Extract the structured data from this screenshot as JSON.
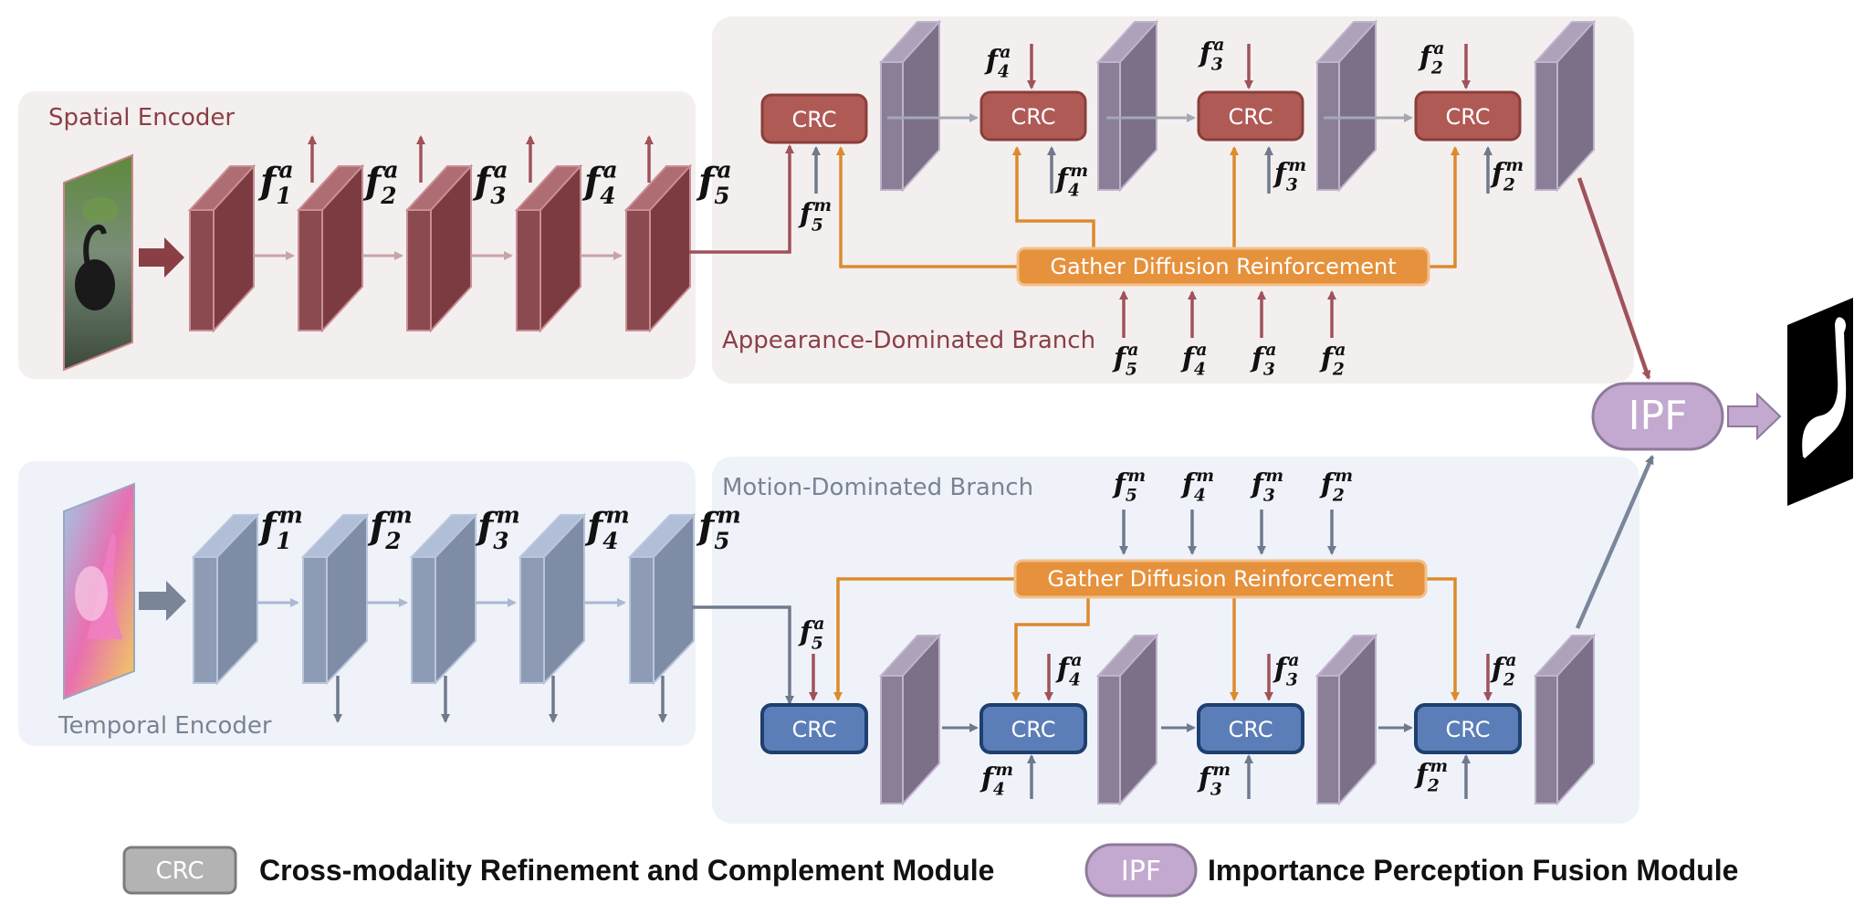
{
  "colors": {
    "appearance_bg": "#f4efef",
    "motion_bg": "#eff3f9",
    "spatial_block": "#8a4a50",
    "temporal_block": "#8d9bb5",
    "decoder_block": "#8a7f97",
    "crc_red": "#b05a55",
    "crc_blue": "#5c7eb8",
    "gdr_orange": "#e6913c",
    "ipf_purple": "#c3a8cf",
    "arrow_red": "#a0525a",
    "arrow_gray": "#6f7a8c",
    "arrow_orange": "#dd8a2d"
  },
  "regions": {
    "spatial_encoder": "Spatial Encoder",
    "temporal_encoder": "Temporal Encoder",
    "appearance_branch": "Appearance-Dominated Branch",
    "motion_branch": "Motion-Dominated Branch"
  },
  "modules": {
    "crc": "CRC",
    "gdr": "Gather Diffusion Reinforcement",
    "ipf": "IPF"
  },
  "features": {
    "spatial": [
      {
        "base": "f",
        "sub": "1",
        "sup": "a"
      },
      {
        "base": "f",
        "sub": "2",
        "sup": "a"
      },
      {
        "base": "f",
        "sub": "3",
        "sup": "a"
      },
      {
        "base": "f",
        "sub": "4",
        "sup": "a"
      },
      {
        "base": "f",
        "sub": "5",
        "sup": "a"
      }
    ],
    "temporal": [
      {
        "base": "f",
        "sub": "1",
        "sup": "m"
      },
      {
        "base": "f",
        "sub": "2",
        "sup": "m"
      },
      {
        "base": "f",
        "sub": "3",
        "sup": "m"
      },
      {
        "base": "f",
        "sub": "4",
        "sup": "m"
      },
      {
        "base": "f",
        "sub": "5",
        "sup": "m"
      }
    ],
    "appearance_top": [
      {
        "base": "f",
        "sub": "4",
        "sup": "a"
      },
      {
        "base": "f",
        "sub": "3",
        "sup": "a"
      },
      {
        "base": "f",
        "sub": "2",
        "sup": "a"
      }
    ],
    "appearance_side": [
      {
        "base": "f",
        "sub": "5",
        "sup": "m"
      },
      {
        "base": "f",
        "sub": "4",
        "sup": "m"
      },
      {
        "base": "f",
        "sub": "3",
        "sup": "m"
      },
      {
        "base": "f",
        "sub": "2",
        "sup": "m"
      }
    ],
    "appearance_gdr_inputs": [
      {
        "base": "f",
        "sub": "5",
        "sup": "a"
      },
      {
        "base": "f",
        "sub": "4",
        "sup": "a"
      },
      {
        "base": "f",
        "sub": "3",
        "sup": "a"
      },
      {
        "base": "f",
        "sub": "2",
        "sup": "a"
      }
    ],
    "motion_gdr_inputs": [
      {
        "base": "f",
        "sub": "5",
        "sup": "m"
      },
      {
        "base": "f",
        "sub": "4",
        "sup": "m"
      },
      {
        "base": "f",
        "sub": "3",
        "sup": "m"
      },
      {
        "base": "f",
        "sub": "2",
        "sup": "m"
      }
    ],
    "motion_side": [
      {
        "base": "f",
        "sub": "5",
        "sup": "a"
      },
      {
        "base": "f",
        "sub": "4",
        "sup": "a"
      },
      {
        "base": "f",
        "sub": "3",
        "sup": "a"
      },
      {
        "base": "f",
        "sub": "2",
        "sup": "a"
      }
    ],
    "motion_bottom": [
      {
        "base": "f",
        "sub": "4",
        "sup": "m"
      },
      {
        "base": "f",
        "sub": "3",
        "sup": "m"
      },
      {
        "base": "f",
        "sub": "2",
        "sup": "m"
      }
    ]
  },
  "legend": {
    "crc_badge": "CRC",
    "crc_text": "Cross-modality Refinement and Complement Module",
    "ipf_badge": "IPF",
    "ipf_text": "Importance Perception Fusion Module"
  },
  "images": {
    "input_rgb": "rgb-frame-swan-icon",
    "input_flow": "optical-flow-icon",
    "output_mask": "saliency-mask-icon"
  }
}
